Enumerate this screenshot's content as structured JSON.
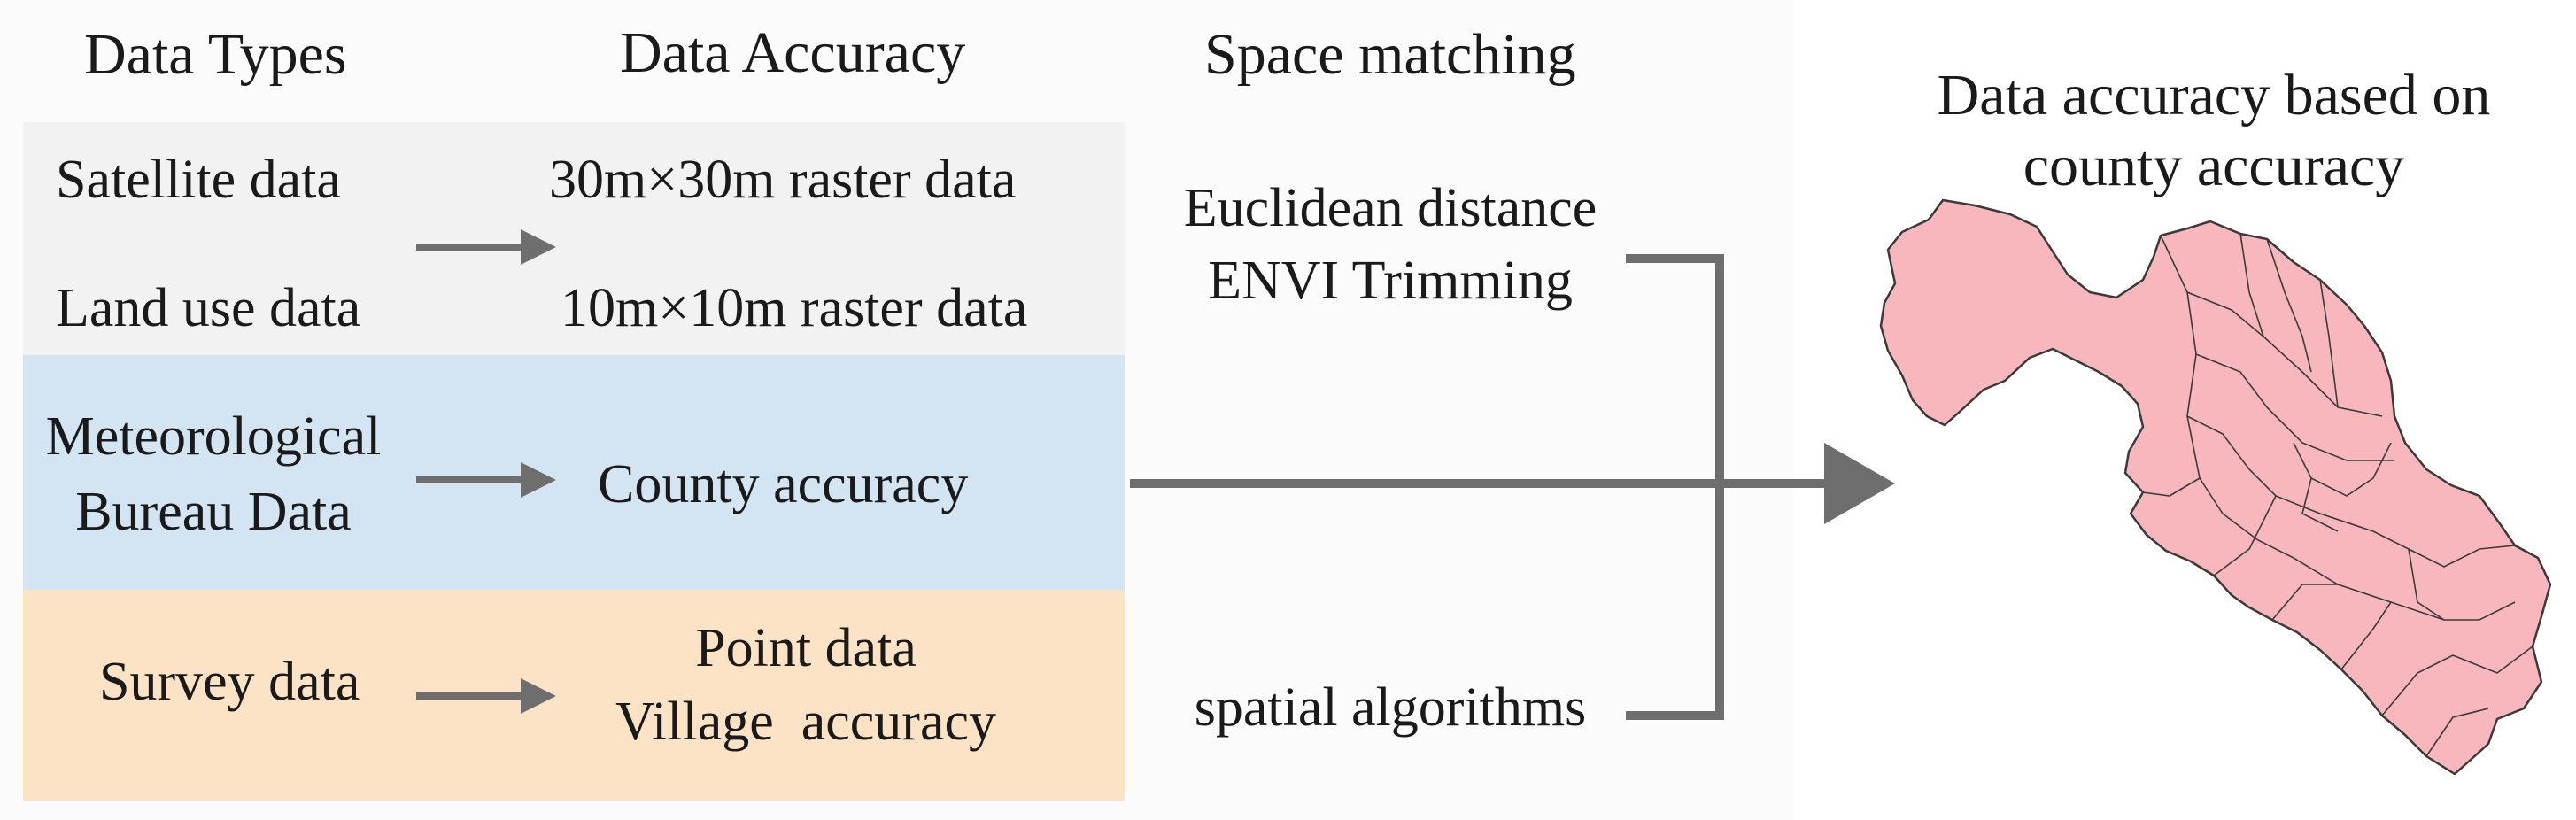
{
  "headers": {
    "data_types": "Data Types",
    "data_accuracy": "Data Accuracy",
    "space_matching": "Space matching",
    "result_line1": "Data accuracy based on",
    "result_line2": "county accuracy"
  },
  "rows": {
    "satellite": {
      "type": "Satellite data",
      "accuracy": "30m×30m raster data"
    },
    "land_use": {
      "type": "Land use data",
      "accuracy": "10m×10m raster data"
    },
    "meteorological": {
      "type_line1": "Meteorological",
      "type_line2": "Bureau Data",
      "accuracy": "County accuracy"
    },
    "survey": {
      "type": "Survey data",
      "accuracy_line1": "Point data",
      "accuracy_line2": "Village  accuracy"
    }
  },
  "methods": {
    "line1": "Euclidean distance",
    "line2": "ENVI Trimming",
    "line3": "spatial algorithms"
  },
  "colors": {
    "satellite_band": "#f2f2f2",
    "meteorological_band": "#d3e5f3",
    "survey_band": "#fde3c5",
    "arrow": "#6e6e6e",
    "map_fill": "#f8b7bd",
    "map_stroke": "#3a3a3a"
  }
}
